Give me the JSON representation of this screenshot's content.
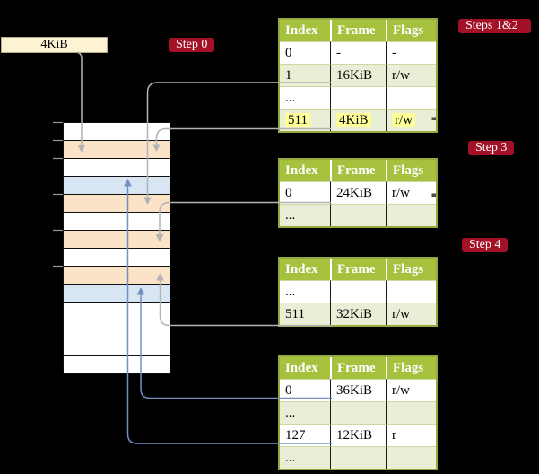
{
  "colors": {
    "background": "#000000",
    "table_header_green": "#a5c13e",
    "table_row_green": "#e9efd6",
    "table_border_green": "#95a93e",
    "grid_line_green": "#ccd8a0",
    "highlight_yellow": "#ffff99",
    "badge_red": "#a31126",
    "frame_cream": "#fdf3d2",
    "memory_orange": "#fbe3c8",
    "memory_blue": "#d8e5f3",
    "arrow_gray": "#b3b3b3",
    "arrow_blue": "#7191c5"
  },
  "badges": {
    "step0": "Step 0",
    "steps12": "Steps 1&2",
    "step3": "Step 3",
    "step4": "Step 4"
  },
  "memory": {
    "frame_label": "4KiB",
    "rows": [
      {
        "fill": "white"
      },
      {
        "fill": "orange"
      },
      {
        "fill": "white"
      },
      {
        "fill": "blue"
      },
      {
        "fill": "orange"
      },
      {
        "fill": "white"
      },
      {
        "fill": "orange"
      },
      {
        "fill": "white"
      },
      {
        "fill": "orange"
      },
      {
        "fill": "blue"
      },
      {
        "fill": "white"
      },
      {
        "fill": "white"
      },
      {
        "fill": "white"
      },
      {
        "fill": "white"
      }
    ]
  },
  "tables": [
    {
      "name": "page-table-level-1",
      "headers": [
        "Index",
        "Frame",
        "Flags"
      ],
      "rows": [
        {
          "cells": [
            "0",
            "-",
            "-"
          ],
          "shade": false,
          "highlight": false
        },
        {
          "cells": [
            "1",
            "16KiB",
            "r/w"
          ],
          "shade": true,
          "highlight": false
        },
        {
          "cells": [
            "...",
            "",
            ""
          ],
          "shade": false,
          "highlight": false
        },
        {
          "cells": [
            "511",
            "4KiB",
            "r/w"
          ],
          "shade": true,
          "highlight": true
        }
      ]
    },
    {
      "name": "page-table-level-2",
      "headers": [
        "Index",
        "Frame",
        "Flags"
      ],
      "rows": [
        {
          "cells": [
            "0",
            "24KiB",
            "r/w"
          ],
          "shade": false,
          "highlight": false
        },
        {
          "cells": [
            "...",
            "",
            ""
          ],
          "shade": true,
          "highlight": false
        }
      ]
    },
    {
      "name": "page-table-level-3",
      "headers": [
        "Index",
        "Frame",
        "Flags"
      ],
      "rows": [
        {
          "cells": [
            "...",
            "",
            ""
          ],
          "shade": false,
          "highlight": false
        },
        {
          "cells": [
            "511",
            "32KiB",
            "r/w"
          ],
          "shade": true,
          "highlight": false
        }
      ]
    },
    {
      "name": "page-table-level-4",
      "headers": [
        "Index",
        "Frame",
        "Flags"
      ],
      "rows": [
        {
          "cells": [
            "0",
            "36KiB",
            "r/w"
          ],
          "shade": false,
          "highlight": false
        },
        {
          "cells": [
            "...",
            "",
            ""
          ],
          "shade": true,
          "highlight": false
        },
        {
          "cells": [
            "127",
            "12KiB",
            "r"
          ],
          "shade": false,
          "highlight": false
        },
        {
          "cells": [
            "...",
            "",
            ""
          ],
          "shade": true,
          "highlight": false
        }
      ]
    }
  ]
}
